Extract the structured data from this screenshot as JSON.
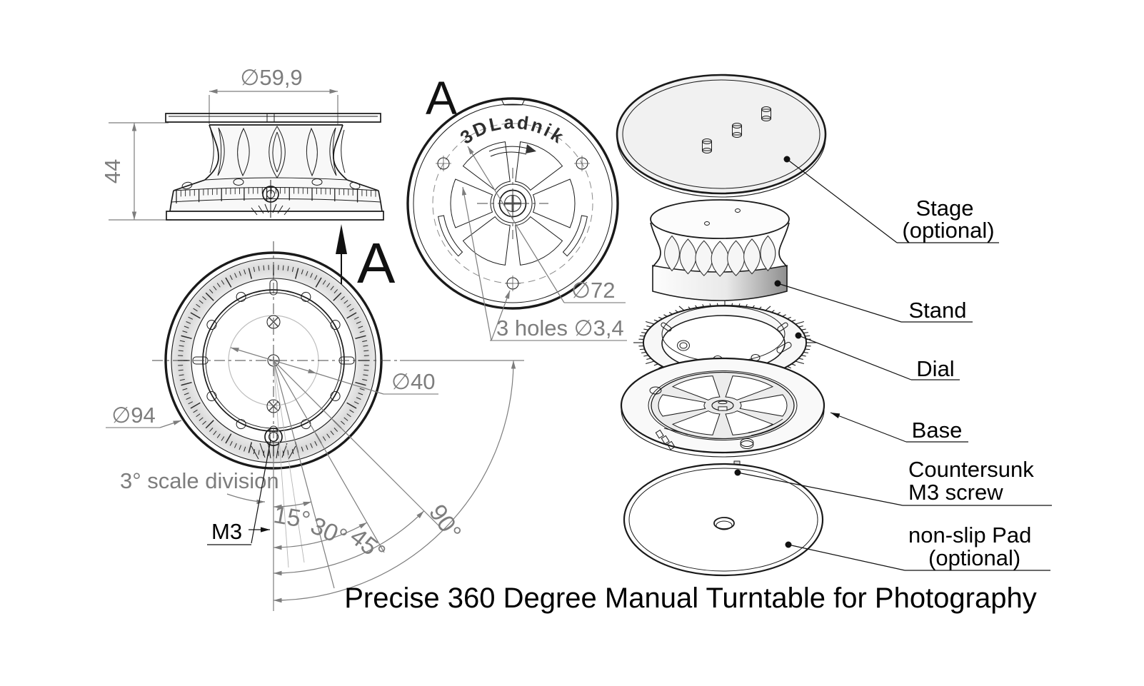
{
  "title": "Precise 360 Degree Manual Turntable for Photography",
  "side_view": {
    "diameter_label": "∅59,9",
    "height_label": "44"
  },
  "view_a": {
    "section_label": "A",
    "direction_label": "A",
    "brand": "3DLadnik",
    "bolt_circle_label": "∅72",
    "holes_label": "3 holes  ∅3,4"
  },
  "top_view": {
    "outer_diameter_label": "∅94",
    "inner_diameter_label": "∅40",
    "scale_note": "3° scale division",
    "screw_label": "M3",
    "angle_labels": {
      "a15": "15°",
      "a30": "30°",
      "a45": "45°",
      "a90": "90°"
    }
  },
  "exploded_view": {
    "stage_label_line1": "Stage",
    "stage_label_line2": "(optional)",
    "stand_label": "Stand",
    "dial_label": "Dial",
    "base_label": "Base",
    "screw_label_line1": "Countersunk",
    "screw_label_line2": "M3 screw",
    "pad_label_line1": "non-slip Pad",
    "pad_label_line2": "(optional)"
  },
  "colors": {
    "line": "#1a1a1a",
    "dimension_gray": "#7d7d7d",
    "background": "#ffffff"
  }
}
